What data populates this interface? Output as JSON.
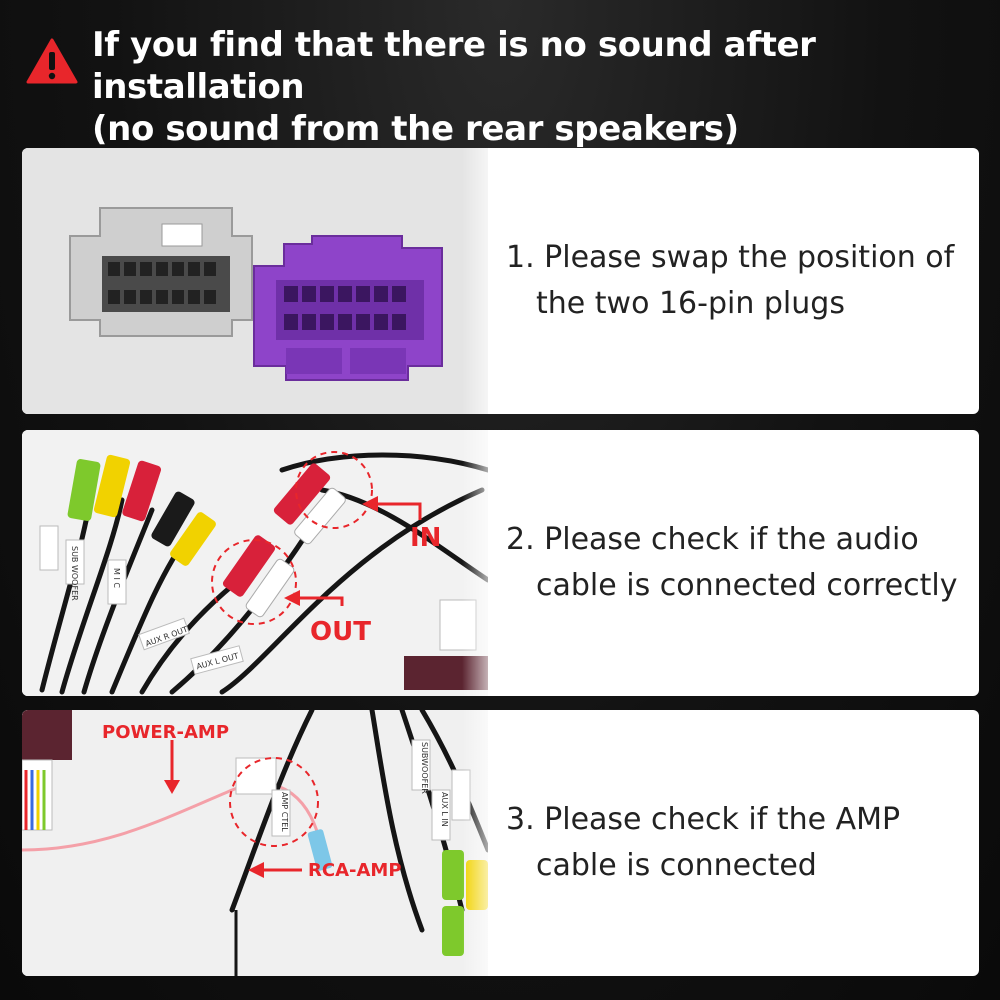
{
  "header": {
    "title_line1": "If you find that there is no sound after installation",
    "title_line2": "(no sound from the rear speakers)",
    "warning_color": "#e8262b"
  },
  "steps": [
    {
      "line1": "1. Please swap the position of",
      "line2": "the two 16-pin plugs",
      "photo": {
        "plug_colors": [
          "#cfcfcf",
          "#8e44c9"
        ]
      }
    },
    {
      "line1": "2. Please check if the audio",
      "line2": "cable is connected correctly",
      "photo": {
        "labels": {
          "in": "IN",
          "out": "OUT"
        },
        "tags": [
          "SUB WOOFER",
          "M I C",
          "AUX R OUT",
          "AUX L OUT"
        ]
      }
    },
    {
      "line1": "3. Please check if the AMP",
      "line2": "cable is connected",
      "photo": {
        "labels": {
          "power_amp": "POWER-AMP",
          "rca_amp": "RCA-AMP"
        },
        "tags": [
          "AMP CTEL",
          "SUBWOOFER",
          "AUX L IN"
        ]
      }
    }
  ],
  "accent_color": "#e8262b"
}
